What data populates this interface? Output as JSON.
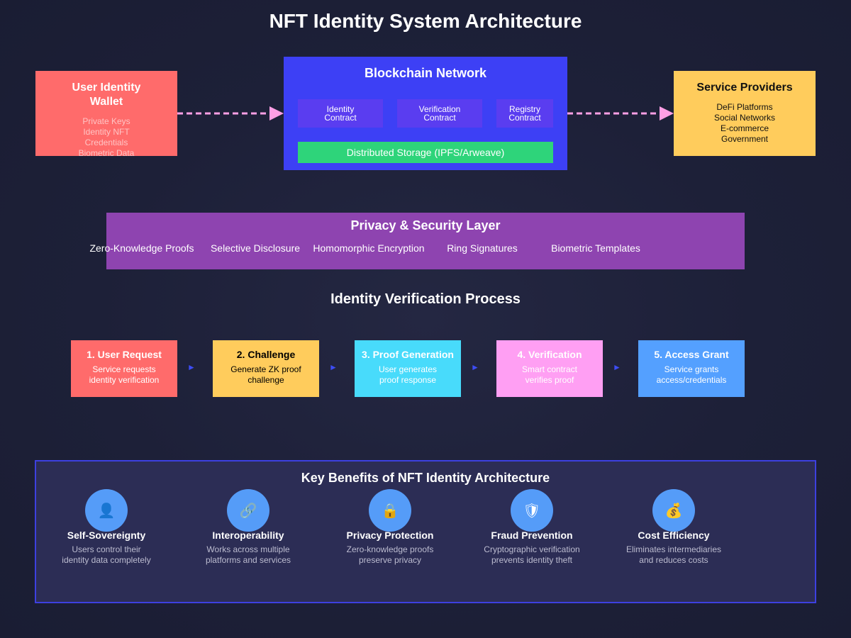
{
  "title": "NFT Identity System Architecture",
  "colors": {
    "wallet": "#ff6b6b",
    "wallet_items": "#ffc4c4",
    "blockchain": "#3d40f5",
    "contract": "#5a3df0",
    "storage": "#2ed47a",
    "providers": "#ffcc5c",
    "privacy": "#8e44b0",
    "arrow": "#ff9fe5",
    "step_arrow": "#3d4df5",
    "benefit_circle": "#559cf8"
  },
  "wallet": {
    "title_line1": "User Identity",
    "title_line2": "Wallet",
    "items": [
      "Private Keys",
      "Identity NFT",
      "Credentials",
      "Biometric Data"
    ]
  },
  "blockchain": {
    "title": "Blockchain Network",
    "contracts": [
      {
        "line1": "Identity",
        "line2": "Contract"
      },
      {
        "line1": "Verification",
        "line2": "Contract"
      },
      {
        "line1": "Registry",
        "line2": "Contract"
      }
    ],
    "storage": "Distributed Storage (IPFS/Arweave)"
  },
  "providers": {
    "title": "Service Providers",
    "items": [
      "DeFi Platforms",
      "Social Networks",
      "E-commerce",
      "Government"
    ]
  },
  "privacy": {
    "title": "Privacy & Security Layer",
    "items": [
      "Zero-Knowledge Proofs",
      "Selective Disclosure",
      "Homomorphic Encryption",
      "Ring Signatures",
      "Biometric Templates"
    ]
  },
  "process": {
    "title": "Identity Verification Process",
    "steps": [
      {
        "title": "1. User Request",
        "desc1": "Service requests",
        "desc2": "identity verification",
        "color": "#ff6b6b",
        "text": "#ffffff"
      },
      {
        "title": "2. Challenge",
        "desc1": "Generate ZK proof",
        "desc2": "challenge",
        "color": "#ffcc5c",
        "text": "#000000"
      },
      {
        "title": "3. Proof Generation",
        "desc1": "User generates",
        "desc2": "proof response",
        "color": "#48dbfb",
        "text": "#ffffff"
      },
      {
        "title": "4. Verification",
        "desc1": "Smart contract",
        "desc2": "verifies proof",
        "color": "#ff9ff3",
        "text": "#ffffff"
      },
      {
        "title": "5. Access Grant",
        "desc1": "Service grants",
        "desc2": "access/credentials",
        "color": "#54a0ff",
        "text": "#ffffff"
      }
    ],
    "arrow_glyph": "►"
  },
  "benefits": {
    "title": "Key Benefits of NFT Identity Architecture",
    "items": [
      {
        "icon": "👤",
        "icon_name": "user-icon",
        "title": "Self-Sovereignty",
        "desc1": "Users control their",
        "desc2": "identity data completely"
      },
      {
        "icon": "🔗",
        "icon_name": "link-icon",
        "title": "Interoperability",
        "desc1": "Works across multiple",
        "desc2": "platforms and services"
      },
      {
        "icon": "🔒",
        "icon_name": "lock-icon",
        "title": "Privacy Protection",
        "desc1": "Zero-knowledge proofs",
        "desc2": "preserve privacy"
      },
      {
        "icon": "🛡",
        "icon_name": "shield-icon",
        "title": "Fraud Prevention",
        "desc1": "Cryptographic verification",
        "desc2": "prevents identity theft"
      },
      {
        "icon": "💰",
        "icon_name": "money-icon",
        "title": "Cost Efficiency",
        "desc1": "Eliminates intermediaries",
        "desc2": "and reduces costs"
      }
    ]
  }
}
